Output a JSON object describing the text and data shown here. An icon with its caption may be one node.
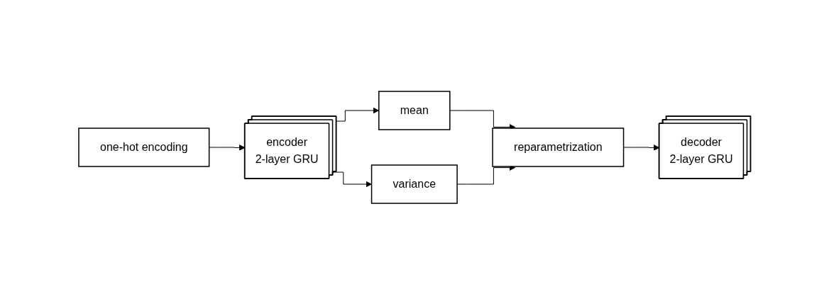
{
  "diagram": {
    "nodes": [
      {
        "text": [
          "one-hot encoding"
        ]
      },
      {
        "text": [
          "encoder",
          "2-layer GRU"
        ]
      },
      {
        "text": [
          "mean"
        ]
      },
      {
        "text": [
          "variance"
        ]
      },
      {
        "text": [
          "reparametrization"
        ]
      },
      {
        "text": [
          "decoder",
          "2-layer GRU"
        ]
      }
    ],
    "edges": [
      {
        "from": 0,
        "to": 1,
        "arrow": "to"
      },
      {
        "from": 1,
        "to": 2,
        "arrow": "to"
      },
      {
        "from": 1,
        "to": 3,
        "arrow": "to"
      },
      {
        "from": 2,
        "to": 4,
        "arrow": "to"
      },
      {
        "from": 3,
        "to": 4,
        "arrow": "to"
      },
      {
        "from": 4,
        "to": 5,
        "arrow": "to"
      }
    ]
  }
}
